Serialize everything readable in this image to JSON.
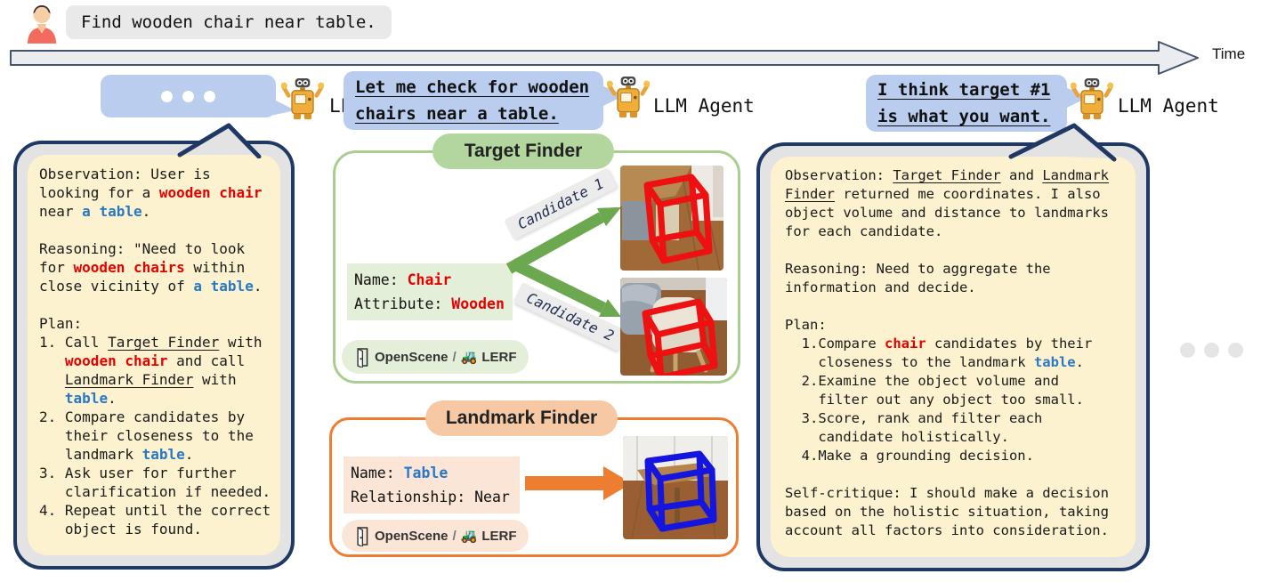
{
  "colors": {
    "accent_red": "#E60000",
    "accent_blue": "#2878C8",
    "navy_border": "#1F3864",
    "panel_yellow": "#FDF2CF",
    "bubble_blue": "#BACDEF",
    "target_green": "#B3D69E",
    "target_green_light": "#E4EFDA",
    "target_border": "#A9CF8E",
    "landmark_orange": "#ED7D31",
    "landmark_peach": "#F6C9A4",
    "landmark_peach_light": "#FBE5D6",
    "bbox_red": "#EE1111",
    "bbox_blue": "#1515E0",
    "arrow_green": "#6BA84F"
  },
  "user": {
    "query": "Find wooden chair near table."
  },
  "timeline": {
    "label": "Time"
  },
  "agents": [
    {
      "label": "LLM Agent"
    },
    {
      "label": "LLM Agent",
      "bubble": [
        {
          "t": "Let me check for wooden\nchairs near a table.",
          "s": "u"
        }
      ]
    },
    {
      "label": "LLM Agent",
      "bubble": [
        {
          "t": "I think target #1\nis what you want.",
          "s": "u"
        }
      ]
    }
  ],
  "left_panel": {
    "content": [
      {
        "t": "Observation: User is\nlooking for a "
      },
      {
        "t": "wooden chair",
        "s": "red"
      },
      {
        "t": "\nnear "
      },
      {
        "t": "a table",
        "s": "blue"
      },
      {
        "t": ".\n\nReasoning: \"Need to look\nfor "
      },
      {
        "t": "wooden chairs",
        "s": "red"
      },
      {
        "t": " within\nclose vicinity of "
      },
      {
        "t": "a table",
        "s": "blue"
      },
      {
        "t": ".\n\nPlan:\n1. Call "
      },
      {
        "t": "Target Finder",
        "s": "u"
      },
      {
        "t": " with\n   "
      },
      {
        "t": "wooden chair",
        "s": "red"
      },
      {
        "t": " and call\n   "
      },
      {
        "t": "Landmark Finder",
        "s": "u"
      },
      {
        "t": " with\n   "
      },
      {
        "t": "table",
        "s": "blue"
      },
      {
        "t": ".\n2. Compare candidates by\n   their closeness to the\n   landmark "
      },
      {
        "t": "table",
        "s": "blue"
      },
      {
        "t": ".\n3. Ask user for further\n   clarification if needed.\n4. Repeat until the correct\n   object is found."
      }
    ]
  },
  "right_panel": {
    "content": [
      {
        "t": "Observation: "
      },
      {
        "t": "Target Finder",
        "s": "u"
      },
      {
        "t": " and "
      },
      {
        "t": "Landmark\nFinder",
        "s": "u"
      },
      {
        "t": " returned me coordinates. I also\nobject volume and distance to landmarks\nfor each candidate.\n\nReasoning: Need to aggregate the\ninformation and decide.\n\nPlan:\n  1.Compare "
      },
      {
        "t": "chair",
        "s": "red"
      },
      {
        "t": " candidates by their\n    closeness to the landmark "
      },
      {
        "t": "table",
        "s": "blue"
      },
      {
        "t": ".\n  2.Examine the object volume and\n    filter out any object too small.\n  3.Score, rank and filter each\n    candidate holistically.\n  4.Make a grounding decision.\n\nSelf-critique: I should make a decision\nbased on the holistic situation, taking\naccount all factors into consideration."
      }
    ]
  },
  "target_finder": {
    "title": "Target Finder",
    "query": [
      {
        "t": "Name: "
      },
      {
        "t": "Chair",
        "s": "red"
      },
      {
        "t": "\nAttribute: "
      },
      {
        "t": "Wooden",
        "s": "red"
      }
    ],
    "candidates": [
      {
        "label": "Candidate 1"
      },
      {
        "label": "Candidate 2"
      }
    ]
  },
  "landmark_finder": {
    "title": "Landmark Finder",
    "query": [
      {
        "t": "Name: "
      },
      {
        "t": "Table",
        "s": "blue"
      },
      {
        "t": "\nRelationship: Near"
      }
    ]
  },
  "tools": {
    "openscene": "OpenScene",
    "slash": "/",
    "lerf": "LERF",
    "lerf_icon": "🚜"
  }
}
